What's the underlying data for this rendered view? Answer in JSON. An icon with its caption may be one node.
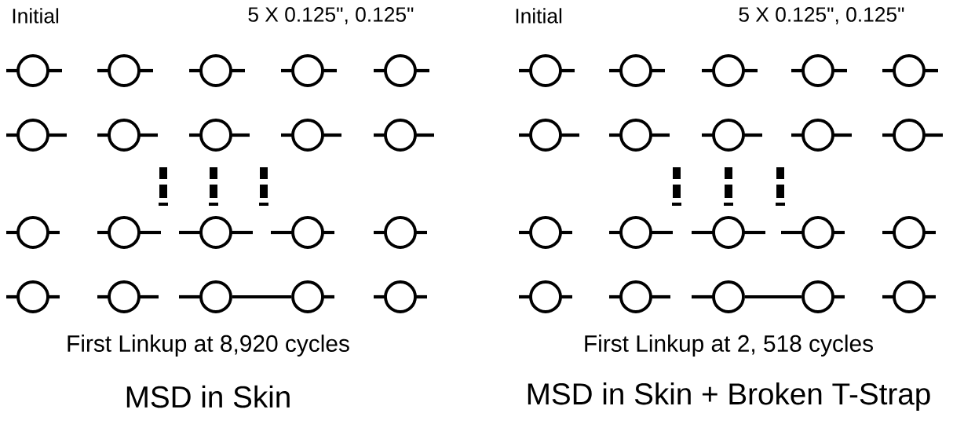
{
  "diagram": {
    "nodes": [
      {
        "text": [],
        "shape": "circle"
      },
      {
        "text": [],
        "shape": "circle"
      },
      {
        "text": [],
        "shape": "circle"
      },
      {
        "text": [],
        "shape": "circle"
      },
      {
        "text": [],
        "shape": "circle"
      },
      {
        "text": [],
        "shape": "circle"
      },
      {
        "text": [],
        "shape": "circle"
      },
      {
        "text": [],
        "shape": "circle"
      },
      {
        "text": [],
        "shape": "circle"
      },
      {
        "text": [],
        "shape": "circle"
      },
      {
        "text": [],
        "shape": "circle"
      },
      {
        "text": [],
        "shape": "circle"
      },
      {
        "text": [],
        "shape": "circle"
      },
      {
        "text": [],
        "shape": "circle"
      },
      {
        "text": [],
        "shape": "circle"
      },
      {
        "text": [],
        "shape": "circle"
      },
      {
        "text": [],
        "shape": "circle"
      },
      {
        "text": [],
        "shape": "circle"
      },
      {
        "text": [],
        "shape": "circle"
      },
      {
        "text": [],
        "shape": "circle"
      },
      {
        "text": [],
        "shape": "circle"
      },
      {
        "text": [],
        "shape": "circle"
      },
      {
        "text": [],
        "shape": "circle"
      },
      {
        "text": [],
        "shape": "circle"
      },
      {
        "text": [],
        "shape": "circle"
      },
      {
        "text": [],
        "shape": "circle"
      },
      {
        "text": [],
        "shape": "circle"
      },
      {
        "text": [],
        "shape": "circle"
      },
      {
        "text": [],
        "shape": "circle"
      },
      {
        "text": [],
        "shape": "circle"
      },
      {
        "text": [],
        "shape": "circle"
      },
      {
        "text": [],
        "shape": "circle"
      },
      {
        "text": [],
        "shape": "circle"
      },
      {
        "text": [],
        "shape": "circle"
      },
      {
        "text": [],
        "shape": "circle"
      },
      {
        "text": [],
        "shape": "circle"
      },
      {
        "text": [],
        "shape": "circle"
      },
      {
        "text": [],
        "shape": "circle"
      },
      {
        "text": [],
        "shape": "circle"
      },
      {
        "text": [],
        "shape": "circle"
      }
    ],
    "edges": [
      {
        "from": 17,
        "to": 18,
        "arrow": "none"
      },
      {
        "from": 37,
        "to": 38,
        "arrow": "none"
      }
    ],
    "labels": [
      "Initial",
      "5 X 0.125\", 0.125\"",
      "Initial",
      "5 X 0.125\", 0.125\"",
      "First Linkup at 8,920 cycles",
      "First Linkup at 2, 518 cycles",
      "MSD in Skin",
      "MSD in Skin + Broken T-Strap"
    ]
  }
}
